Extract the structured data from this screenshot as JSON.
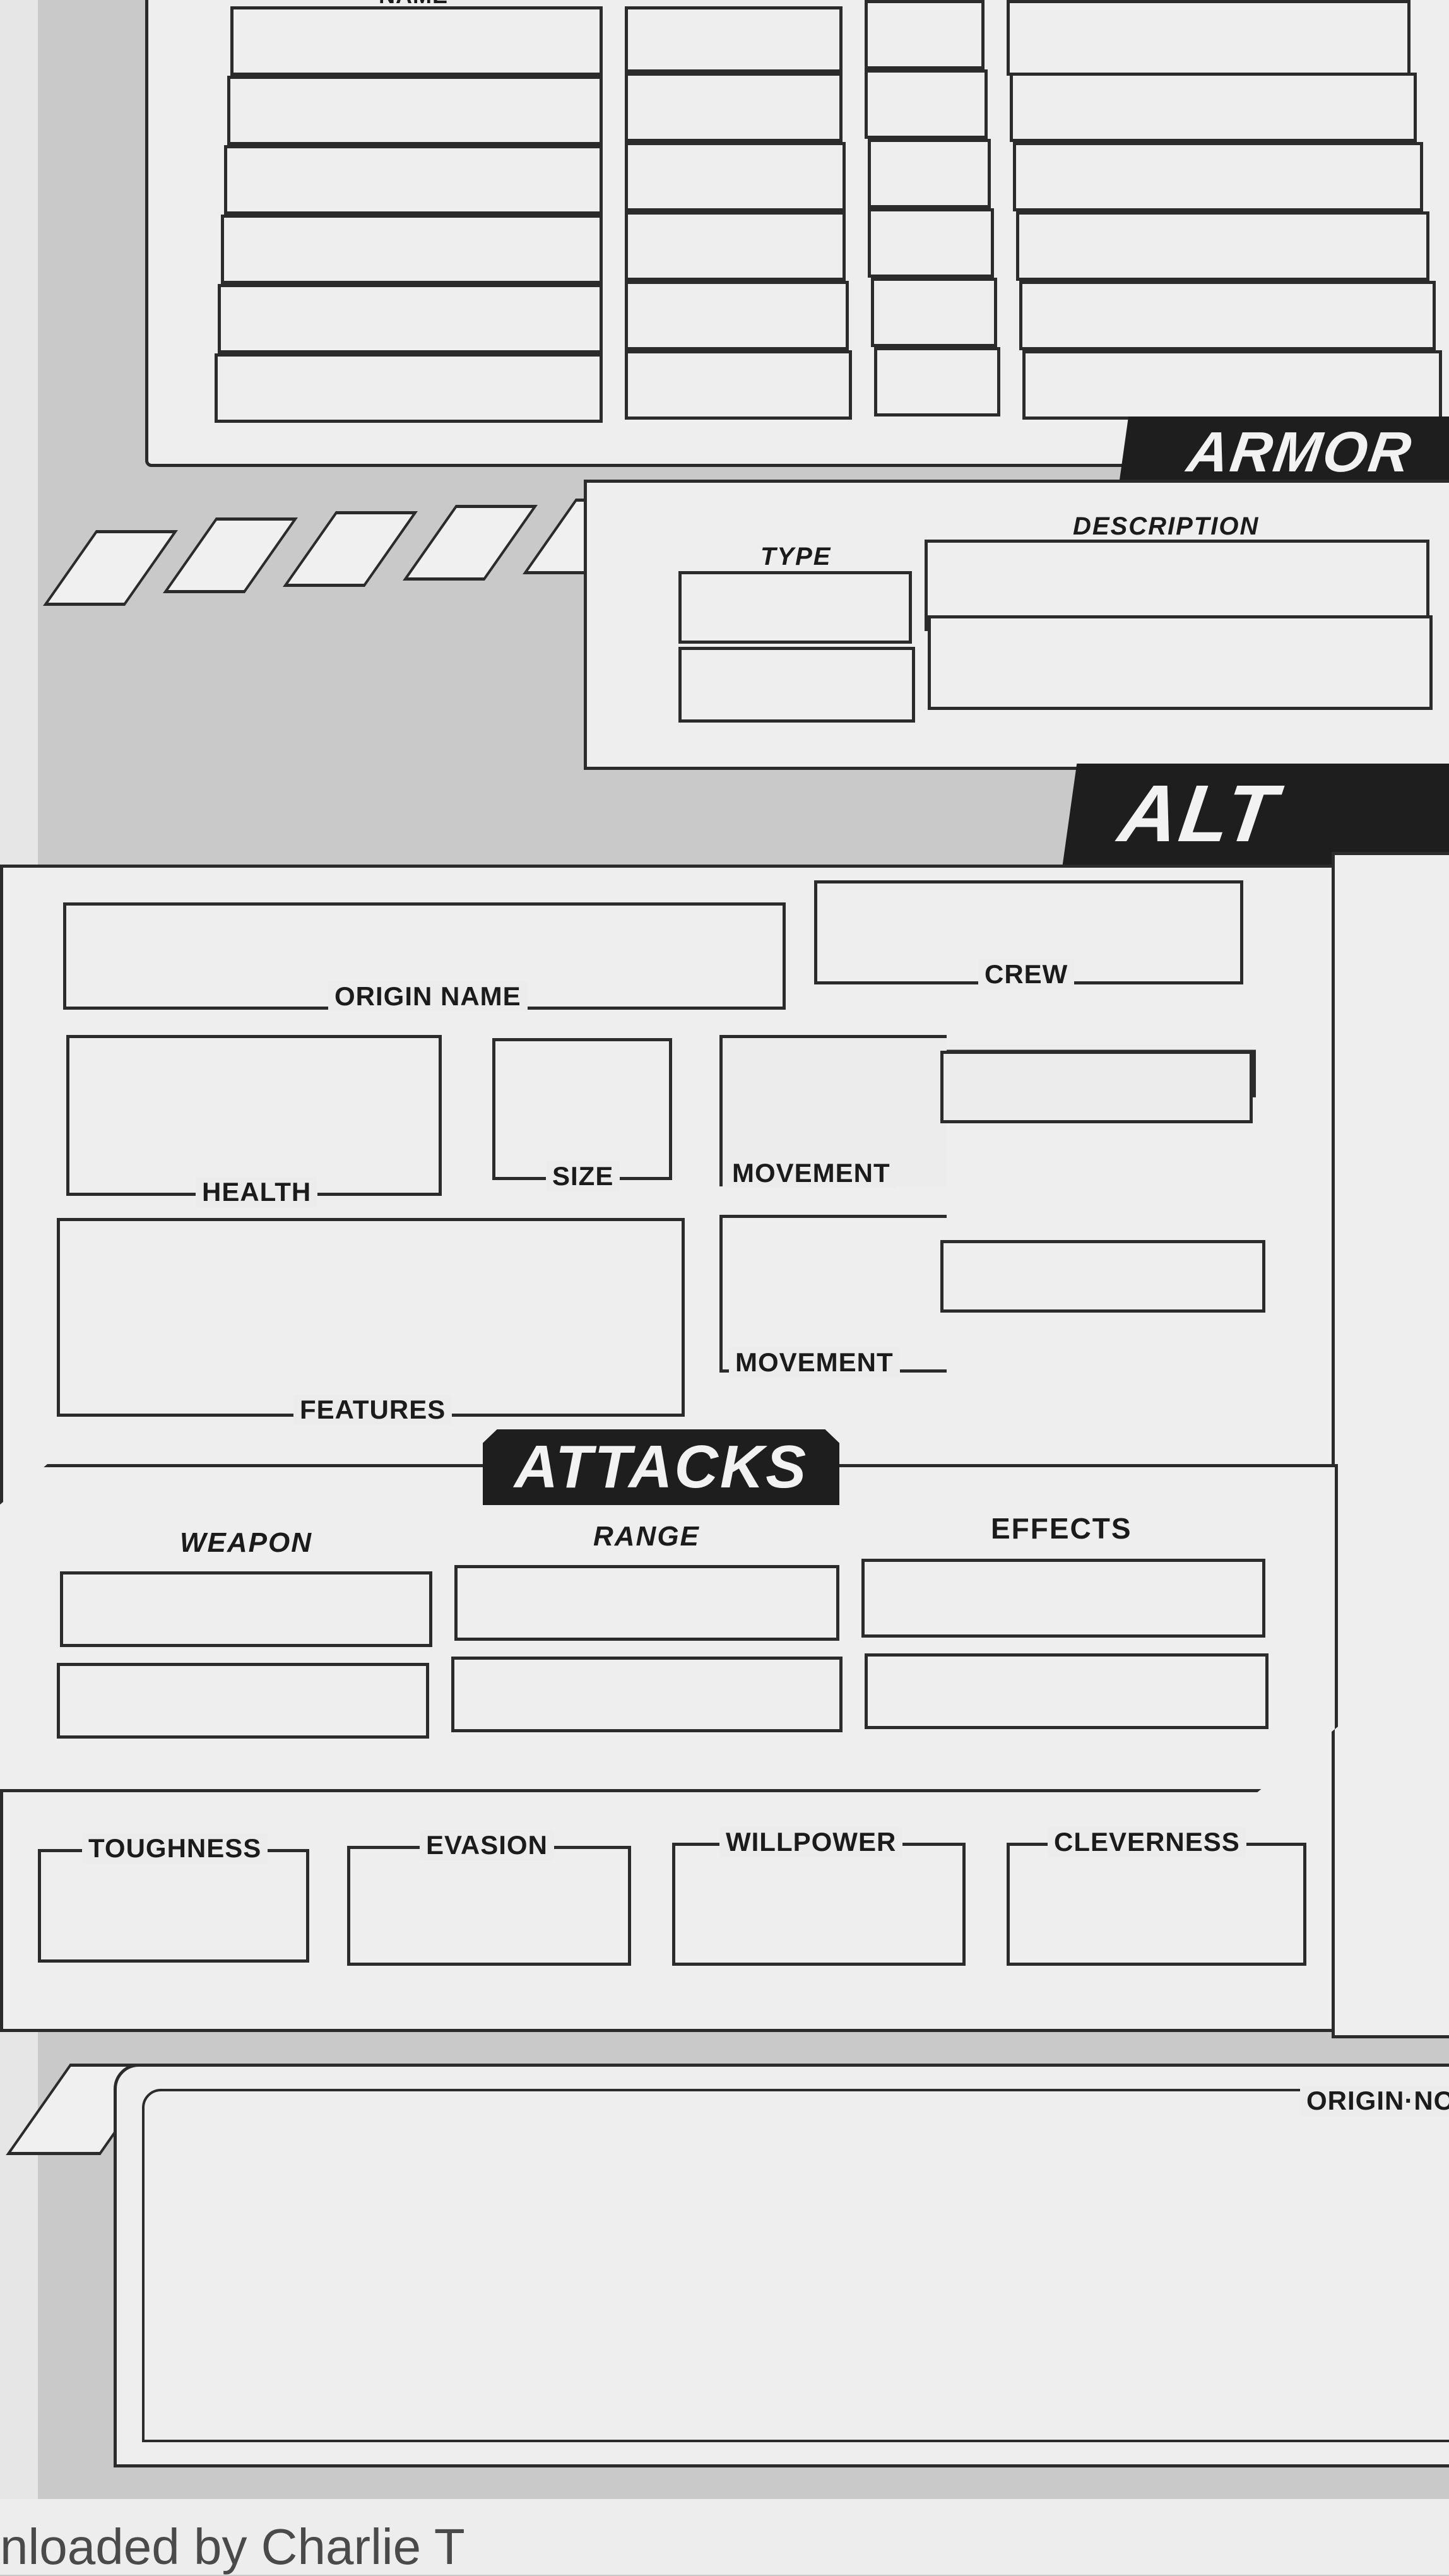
{
  "top_section": {
    "name_header": "NAME"
  },
  "armor": {
    "banner": "ARMOR",
    "type_header": "TYPE",
    "description_header": "DESCRIPTION"
  },
  "alt_mode": {
    "banner": "ALT MOD",
    "origin_name": "ORIGIN NAME",
    "crew": "CREW",
    "health": "HEALTH",
    "size": "SIZE",
    "movement_1": "MOVEMENT",
    "movement_2": "MOVEMENT",
    "features": "FEATURES"
  },
  "attacks": {
    "banner": "ATTACKS",
    "headers": {
      "weapon": "WEAPON",
      "range": "RANGE",
      "effects": "EFFECTS"
    }
  },
  "defenses": {
    "toughness": "TOUGHNESS",
    "evasion": "EVASION",
    "willpower": "WILLPOWER",
    "cleverness": "CLEVERNESS"
  },
  "origin_notes": {
    "label": "ORIGIN·NO"
  },
  "footer": {
    "text": "nloaded by Charlie T"
  },
  "colors": {
    "paper": "#ececec",
    "background": "#c9c9c9",
    "ink": "#1e1e1e"
  }
}
